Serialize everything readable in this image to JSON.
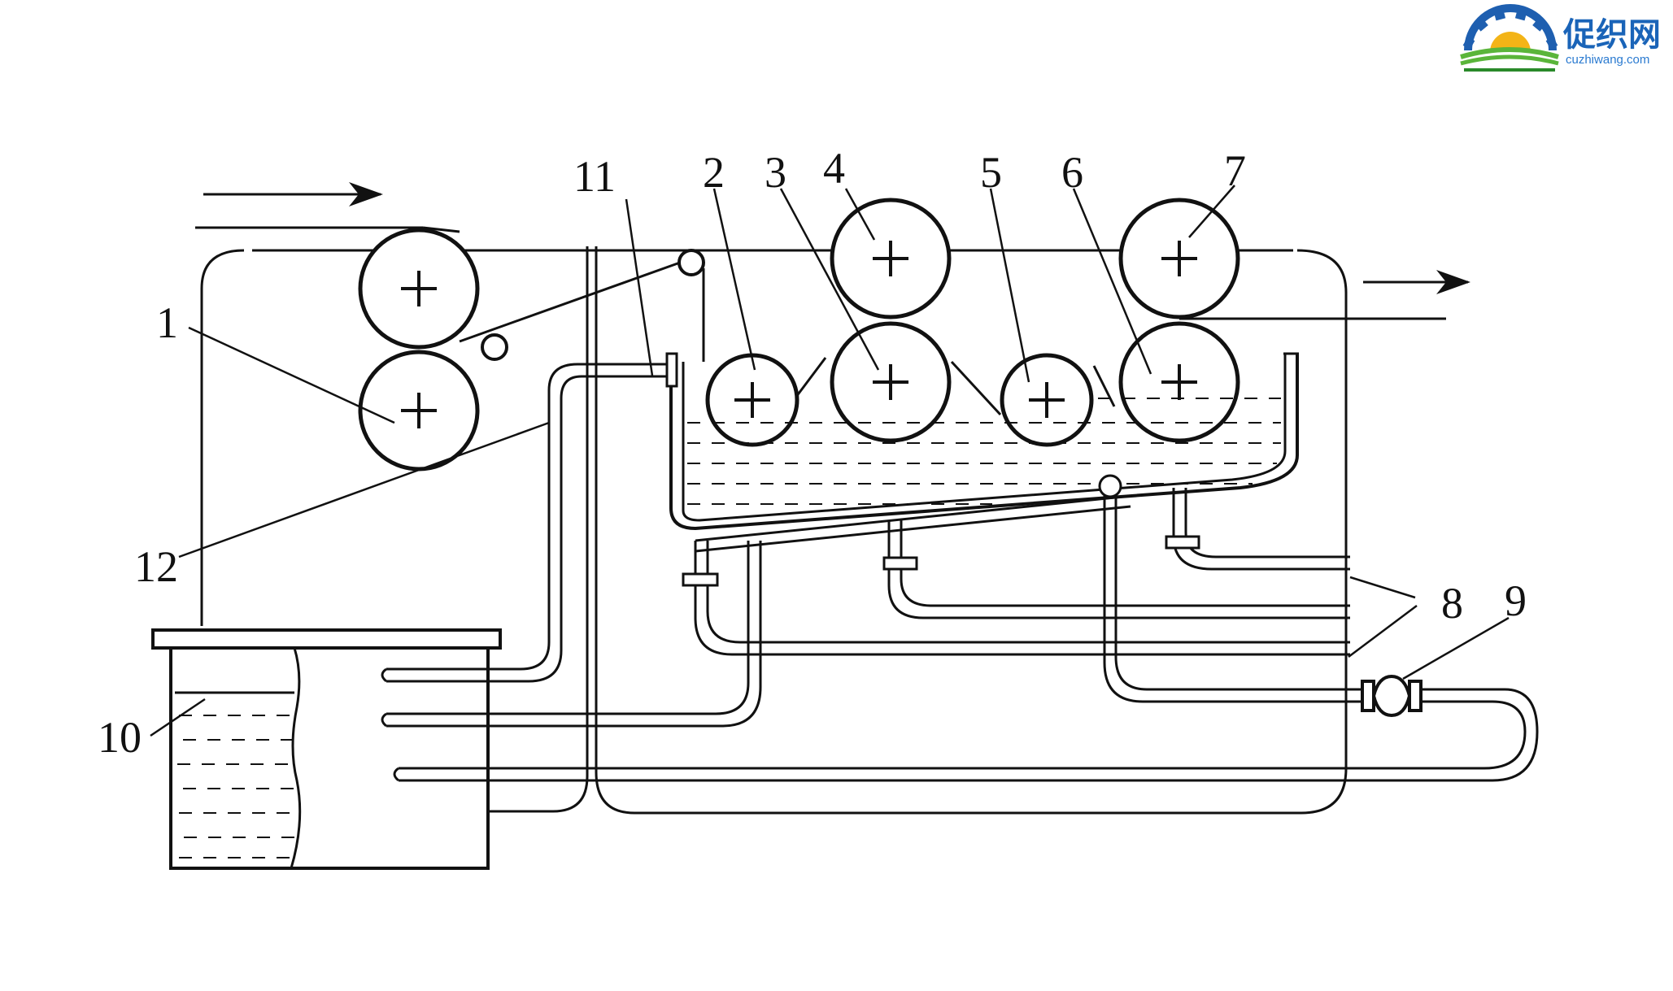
{
  "logo": {
    "title": "促织网",
    "subtitle": "cuzhiwang.com",
    "colors": {
      "gear": "#1e5fb0",
      "sun": "#f3b417",
      "field": "#5ab53a",
      "text": "#1a64b8"
    }
  },
  "callouts": [
    {
      "key": "1",
      "text": "1"
    },
    {
      "key": "2",
      "text": "2"
    },
    {
      "key": "3",
      "text": "3"
    },
    {
      "key": "4",
      "text": "4"
    },
    {
      "key": "5",
      "text": "5"
    },
    {
      "key": "6",
      "text": "6"
    },
    {
      "key": "7",
      "text": "7"
    },
    {
      "key": "8",
      "text": "8"
    },
    {
      "key": "9",
      "text": "9"
    },
    {
      "key": "10",
      "text": "10"
    },
    {
      "key": "11",
      "text": "11"
    },
    {
      "key": "12",
      "text": "12"
    }
  ],
  "colors": {
    "ink": "#111111",
    "paper": "#ffffff"
  }
}
